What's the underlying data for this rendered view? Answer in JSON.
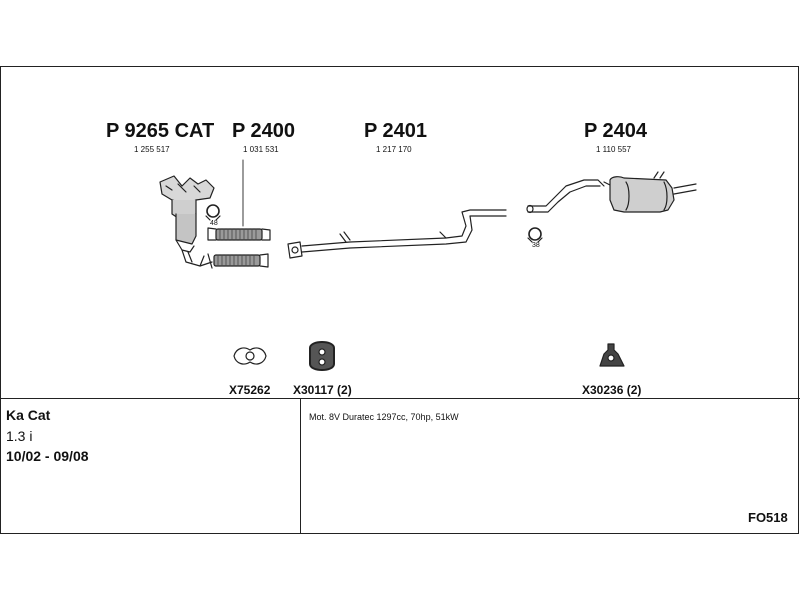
{
  "parts": [
    {
      "number": "P 9265 CAT",
      "oem": "1 255 517"
    },
    {
      "number": "P 2400",
      "oem": "1 031 531"
    },
    {
      "number": "P 2401",
      "oem": "1 217 170"
    },
    {
      "number": "P 2404",
      "oem": "1 110 557"
    }
  ],
  "clamp_labels": {
    "left": "48",
    "right": "38"
  },
  "accessories": [
    {
      "label": "X75262",
      "icon": "gasket-icon"
    },
    {
      "label": "X30117 (2)",
      "icon": "rubber-hanger-icon"
    },
    {
      "label": "X30236 (2)",
      "icon": "mounting-bracket-icon"
    }
  ],
  "vehicle": {
    "model": "Ka Cat",
    "engine": "1.3 i",
    "years": "10/02 - 09/08",
    "motor": "Mot. 8V Duratec 1297cc, 70hp, 51kW"
  },
  "diagram_code": "FO518"
}
